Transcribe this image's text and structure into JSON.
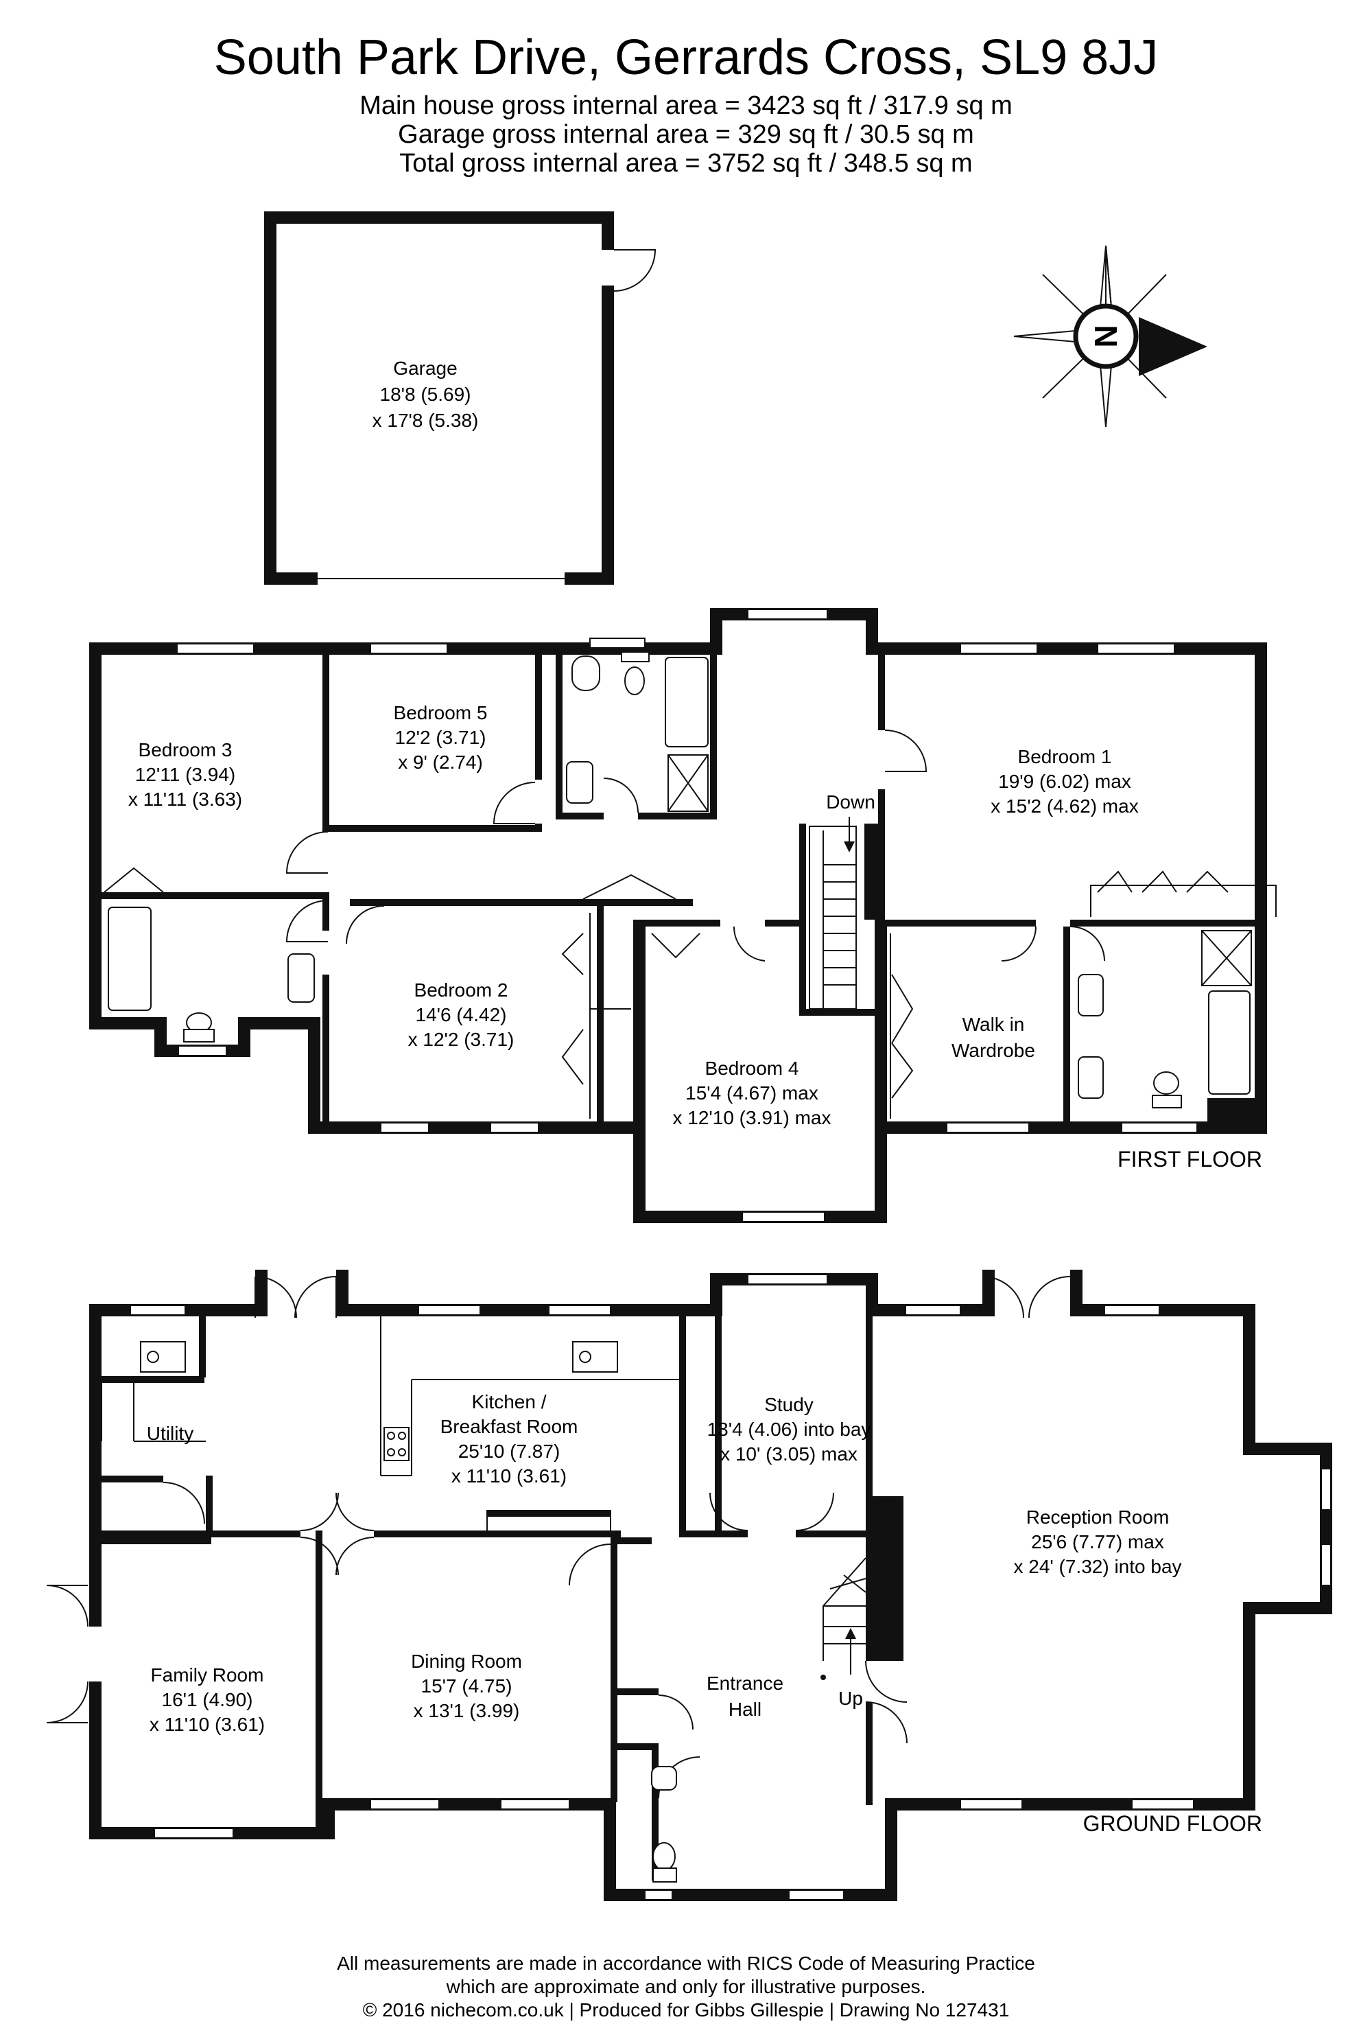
{
  "header": {
    "title": "South Park Drive, Gerrards Cross, SL9 8JJ",
    "main_area": "Main house gross internal area = 3423 sq ft / 317.9 sq m",
    "garage_area": "Garage gross internal area = 329 sq ft / 30.5 sq m",
    "total_area": "Total gross internal area = 3752 sq ft / 348.5 sq m"
  },
  "compass": {
    "letter": "N"
  },
  "garage": {
    "name": "Garage",
    "dim1": "18'8 (5.69)",
    "dim2": "x 17'8 (5.38)"
  },
  "first_floor": {
    "label": "FIRST FLOOR",
    "stairs_label": "Down",
    "bedroom3": {
      "name": "Bedroom 3",
      "dim1": "12'11 (3.94)",
      "dim2": "x 11'11 (3.63)"
    },
    "bedroom5": {
      "name": "Bedroom 5",
      "dim1": "12'2 (3.71)",
      "dim2": "x 9' (2.74)"
    },
    "bedroom1": {
      "name": "Bedroom 1",
      "dim1": "19'9 (6.02) max",
      "dim2": "x 15'2 (4.62) max"
    },
    "bedroom2": {
      "name": "Bedroom 2",
      "dim1": "14'6 (4.42)",
      "dim2": "x 12'2 (3.71)"
    },
    "bedroom4": {
      "name": "Bedroom 4",
      "dim1": "15'4 (4.67) max",
      "dim2": "x 12'10 (3.91) max"
    },
    "wardrobe": {
      "line1": "Walk in",
      "line2": "Wardrobe"
    }
  },
  "ground_floor": {
    "label": "GROUND FLOOR",
    "stairs_label": "Up",
    "utility": {
      "name": "Utility"
    },
    "kitchen": {
      "line1": "Kitchen /",
      "line2": "Breakfast Room",
      "dim1": "25'10 (7.87)",
      "dim2": "x 11'10 (3.61)"
    },
    "study": {
      "name": "Study",
      "dim1": "13'4 (4.06) into bay",
      "dim2": "x 10' (3.05) max"
    },
    "reception": {
      "name": "Reception Room",
      "dim1": "25'6 (7.77) max",
      "dim2": "x 24' (7.32) into bay"
    },
    "family": {
      "name": "Family Room",
      "dim1": "16'1 (4.90)",
      "dim2": "x 11'10 (3.61)"
    },
    "dining": {
      "name": "Dining Room",
      "dim1": "15'7 (4.75)",
      "dim2": "x 13'1 (3.99)"
    },
    "hall": {
      "line1": "Entrance",
      "line2": "Hall"
    }
  },
  "footer": {
    "line1": "All measurements are made in accordance with RICS Code of Measuring Practice",
    "line2": "which are approximate and only for illustrative purposes.",
    "line3": "© 2016 nichecom.co.uk  |  Produced for Gibbs Gillespie  |  Drawing No 127431"
  }
}
